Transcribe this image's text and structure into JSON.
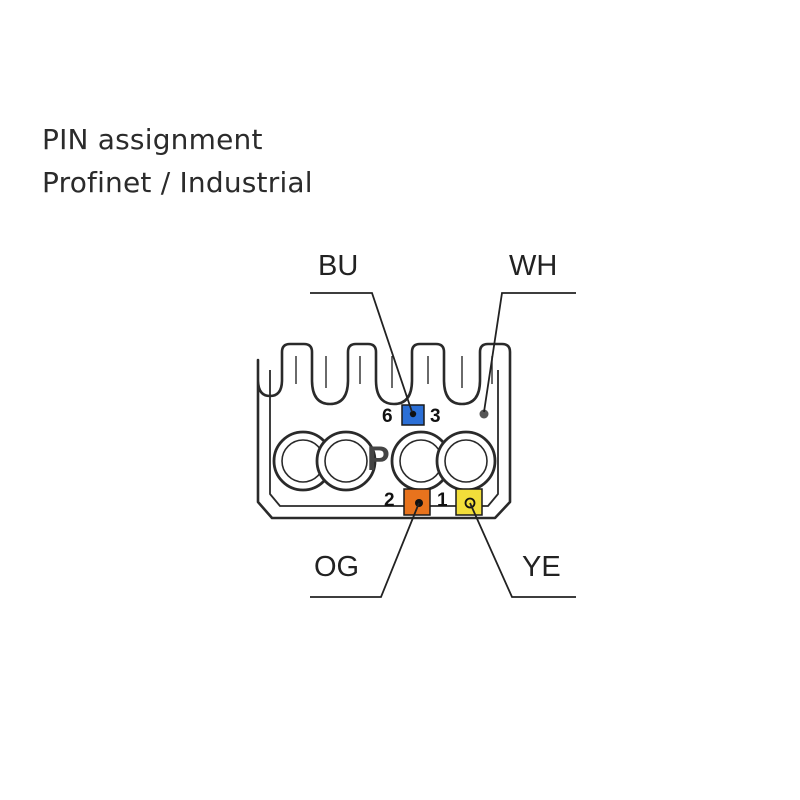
{
  "heading": {
    "line1": "PIN assignment",
    "line2": "Profinet / Industrial"
  },
  "wires": {
    "bu": {
      "label": "BU",
      "color": "#2b6fd6"
    },
    "wh": {
      "label": "WH",
      "color": "#ffffff"
    },
    "og": {
      "label": "OG",
      "color": "#e8731d"
    },
    "ye": {
      "label": "YE",
      "color": "#f2de3a"
    }
  },
  "pins": {
    "p6": "6",
    "p3": "3",
    "p2": "2",
    "p1": "1"
  },
  "connector": {
    "mark": "P"
  }
}
